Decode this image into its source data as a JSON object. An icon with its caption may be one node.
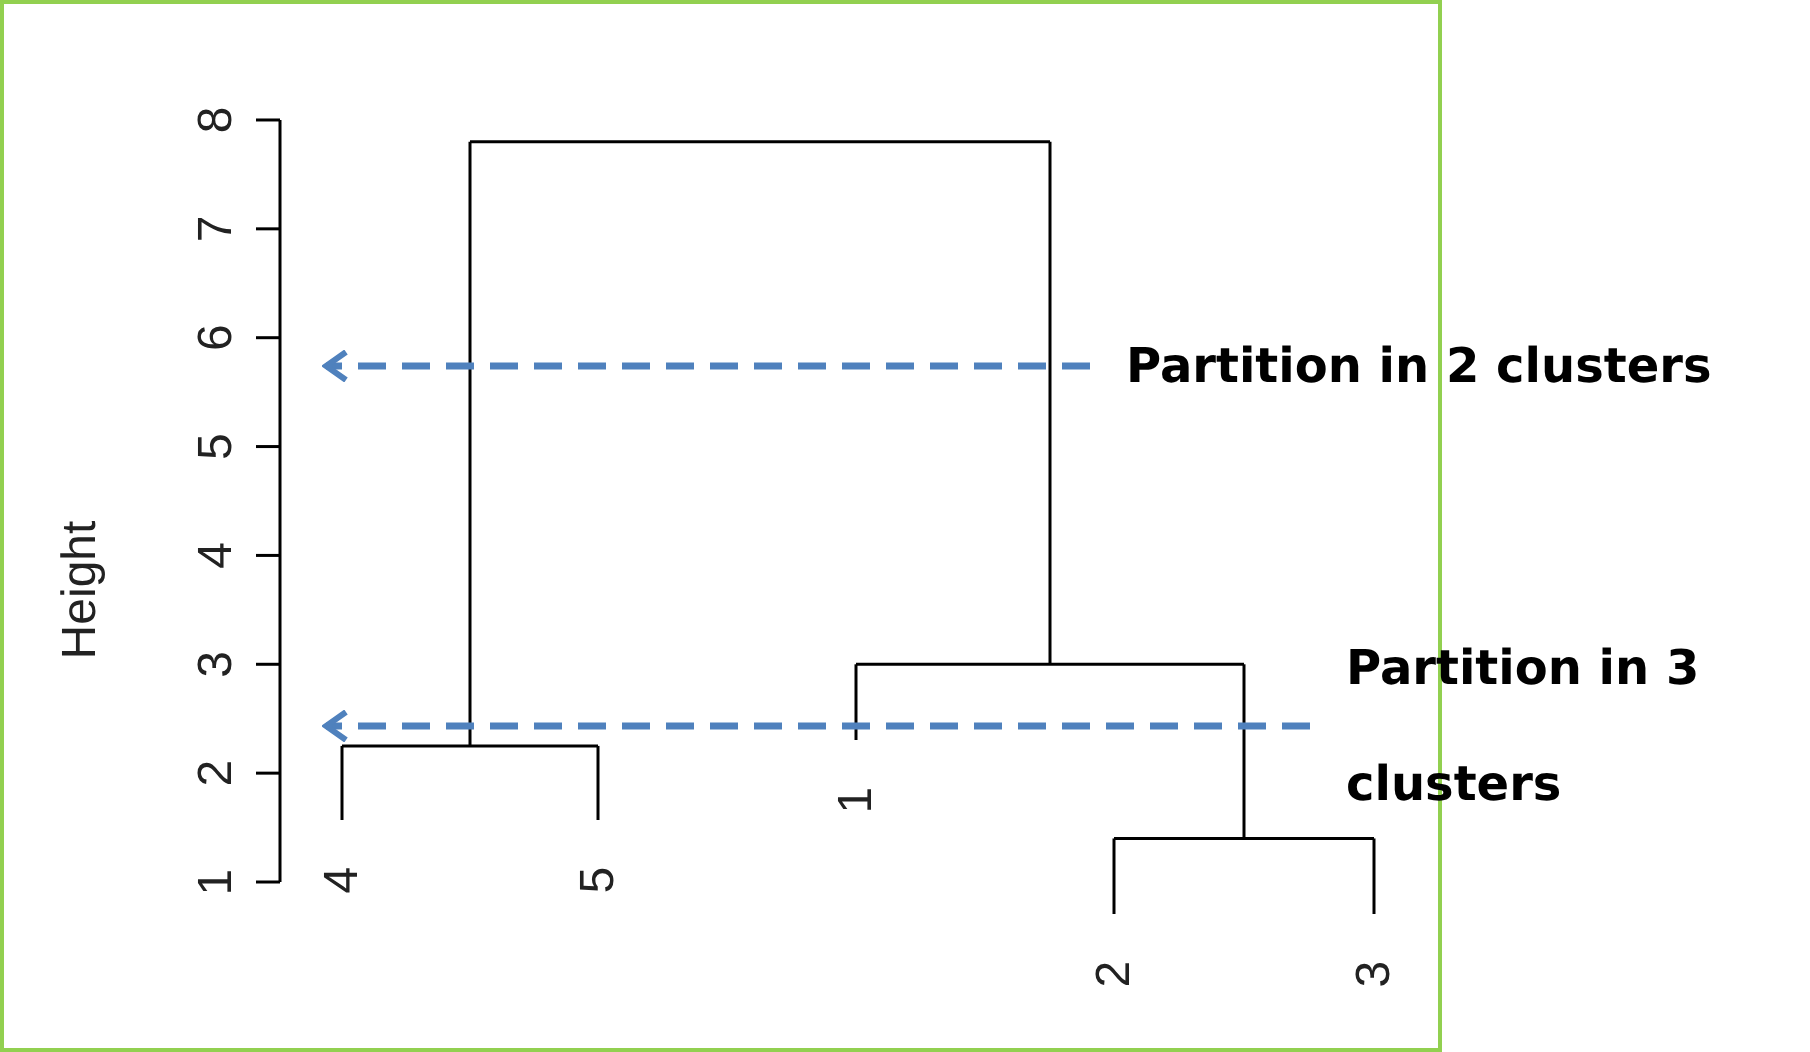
{
  "diagram": {
    "nodes": [
      {
        "text": [
          "Partition in 2 clusters"
        ]
      },
      {
        "text": [
          "Partition in 3 clusters"
        ]
      }
    ],
    "edges": [
      {
        "from": 0,
        "to": null,
        "arrow": "to",
        "style": "dashed",
        "color": "#4f81bd"
      },
      {
        "from": 1,
        "to": null,
        "arrow": "to",
        "style": "dashed",
        "color": "#4f81bd"
      }
    ],
    "labels": [
      "8",
      "7",
      "6",
      "5",
      "4",
      "3",
      "2",
      "1",
      "Height",
      "4",
      "5",
      "1",
      "2",
      "3"
    ]
  }
}
